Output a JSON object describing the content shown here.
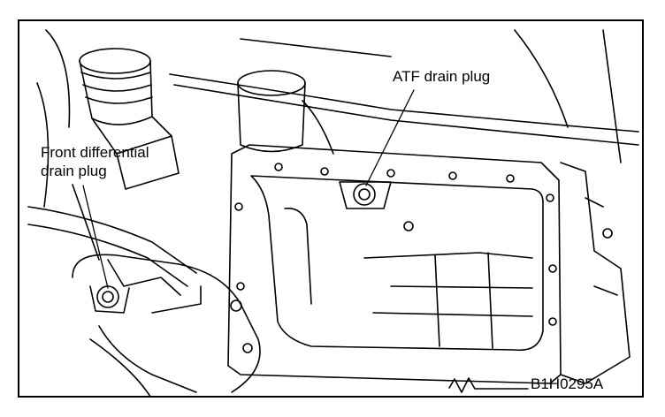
{
  "labels": {
    "atf_drain_plug": "ATF drain plug",
    "front_differential_line1": "Front differential",
    "front_differential_line2": "drain plug"
  },
  "figure_id": "B1H0295A",
  "colors": {
    "ink": "#000000",
    "paper": "#ffffff"
  }
}
